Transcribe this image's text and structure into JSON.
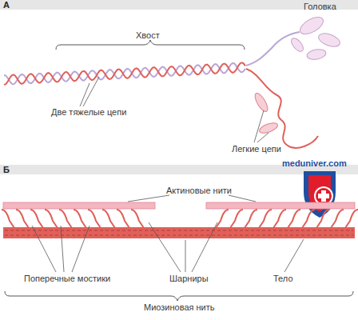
{
  "diagram": {
    "labels": [
      "А",
      "Хвост",
      "Головка",
      "Две тяжелые цепи",
      "Легкие цепи",
      "meduniver.com",
      "Б",
      "Актиновые нити",
      "Поперечные мостики",
      "Шарниры",
      "Тело",
      "Миозиновая нить"
    ]
  }
}
